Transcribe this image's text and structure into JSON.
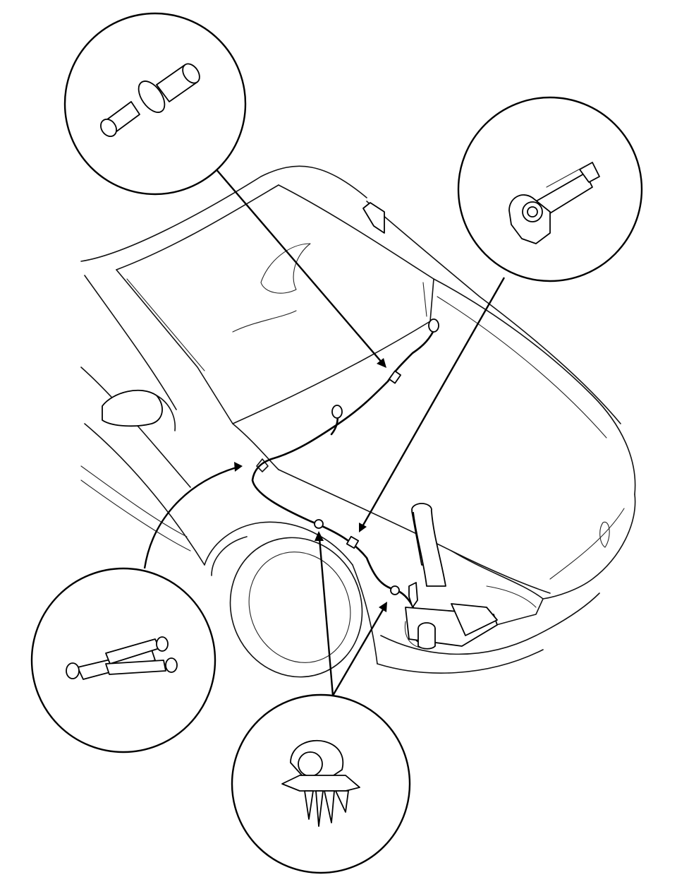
{
  "figure": {
    "background": "#ffffff",
    "line_color": "#000000",
    "callouts": [
      {
        "id": "connector-joint",
        "icon": "hose-joint-icon"
      },
      {
        "id": "hose-clip",
        "icon": "hose-clip-icon"
      },
      {
        "id": "check-valve",
        "icon": "check-valve-icon"
      },
      {
        "id": "hose-clamp-clip",
        "icon": "clip-icon"
      }
    ],
    "components": [
      "washer-hose",
      "washer-nozzles",
      "washer-reservoir",
      "vehicle-outline"
    ]
  }
}
